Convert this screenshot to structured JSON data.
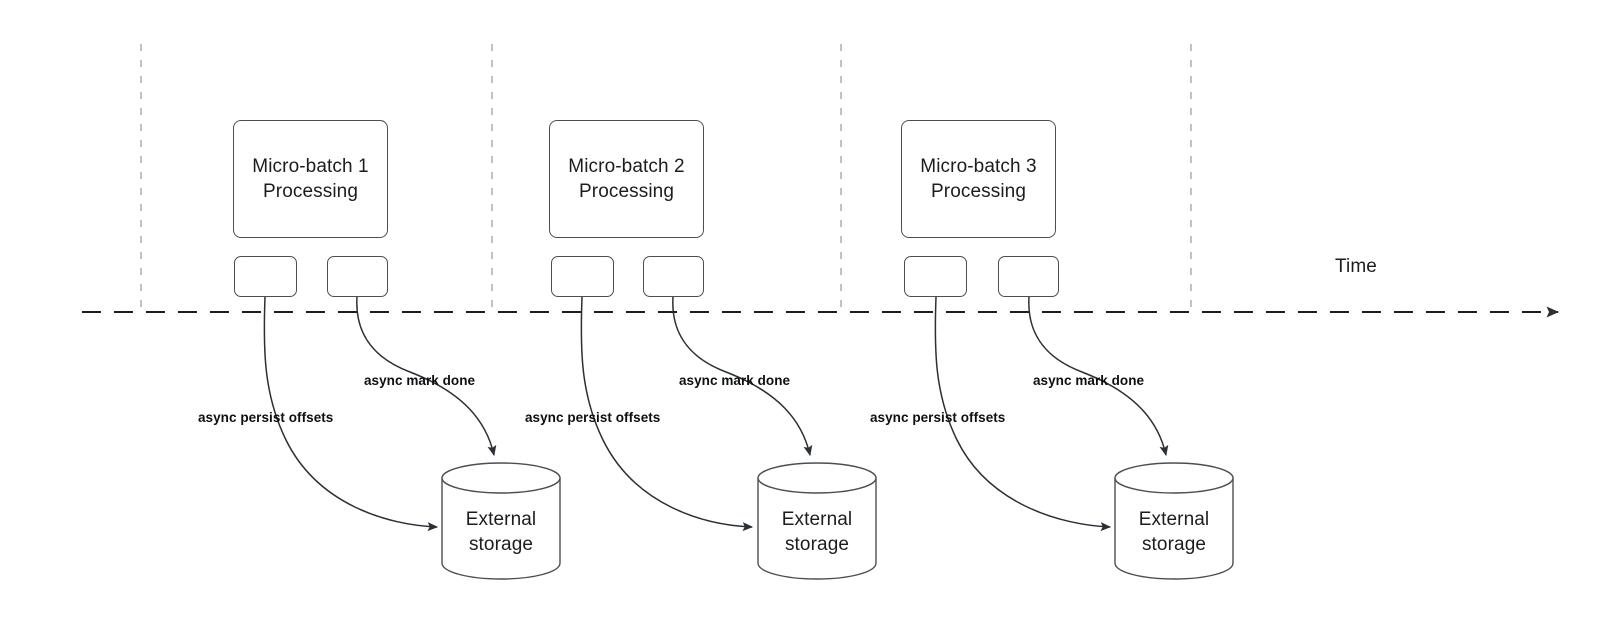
{
  "diagram": {
    "title_axis_label": "Time",
    "batches": [
      {
        "process_label": "Micro-batch 1\nProcessing",
        "process_line1": "Micro-batch 1",
        "process_line2": "Processing",
        "task_boxes": [
          "",
          ""
        ],
        "edges": [
          {
            "label": "async persist offsets"
          },
          {
            "label": "async mark done"
          }
        ],
        "storage_label_line1": "External",
        "storage_label_line2": "storage"
      },
      {
        "process_label": "Micro-batch 2\nProcessing",
        "process_line1": "Micro-batch 2",
        "process_line2": "Processing",
        "task_boxes": [
          "",
          ""
        ],
        "edges": [
          {
            "label": "async persist offsets"
          },
          {
            "label": "async mark done"
          }
        ],
        "storage_label_line1": "External",
        "storage_label_line2": "storage"
      },
      {
        "process_label": "Micro-batch 3\nProcessing",
        "process_line1": "Micro-batch 3",
        "process_line2": "Processing",
        "task_boxes": [
          "",
          ""
        ],
        "edges": [
          {
            "label": "async persist offsets"
          },
          {
            "label": "async mark done"
          }
        ],
        "storage_label_line1": "External",
        "storage_label_line2": "storage"
      }
    ],
    "colors": {
      "stroke": "#4a4f54",
      "arrow_fill": "#2b3036",
      "divider": "#b3b3b3",
      "timeline": "#1b1d1f",
      "text": "#1b1d1f",
      "label_text": "#0d0f11",
      "background": "#ffffff"
    }
  }
}
